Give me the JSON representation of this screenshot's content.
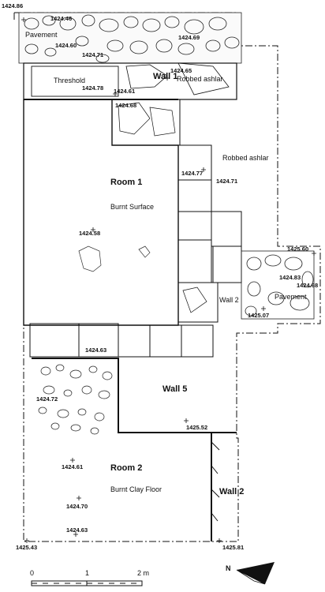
{
  "plan": {
    "rooms": [
      {
        "id": "room-1",
        "label": "Room 1",
        "surface": "Burnt Surface"
      },
      {
        "id": "room-2",
        "label": "Room 2",
        "surface": "Burnt Clay Floor"
      }
    ],
    "features": {
      "pavement_north": "Pavement",
      "threshold": "Threshold",
      "wall_1": "Wall 1",
      "robbed_ashlar_1": "Robbed ashlar",
      "robbed_ashlar_2": "Robbed ashlar",
      "wall_2_upper": "Wall 2",
      "pavement_east": "Pavement",
      "wall_5": "Wall 5",
      "wall_2_lower": "Wall 2"
    },
    "elevations": {
      "e1": "1424.86",
      "e2": "1424.46",
      "e3": "1424.60",
      "e4": "1424.71",
      "e5": "1424.69",
      "e6": "1424.65",
      "e7": "1424.78",
      "e8": "1424.61",
      "e9": "1424.68",
      "e10": "1424.77",
      "e11": "1424.71",
      "e12": "1424.58",
      "e13": "1425.60",
      "e14": "1424.83",
      "e15": "1424.68",
      "e16": "1425.07",
      "e17": "1424.63",
      "e18": "1424.72",
      "e19": "1425.52",
      "e20": "1424.61",
      "e21": "1424.70",
      "e22": "1424.63",
      "e23": "1425.43",
      "e24": "1425.81"
    },
    "scale": {
      "t0": "0",
      "t1": "1",
      "t2": "2 m"
    },
    "north": "N"
  }
}
